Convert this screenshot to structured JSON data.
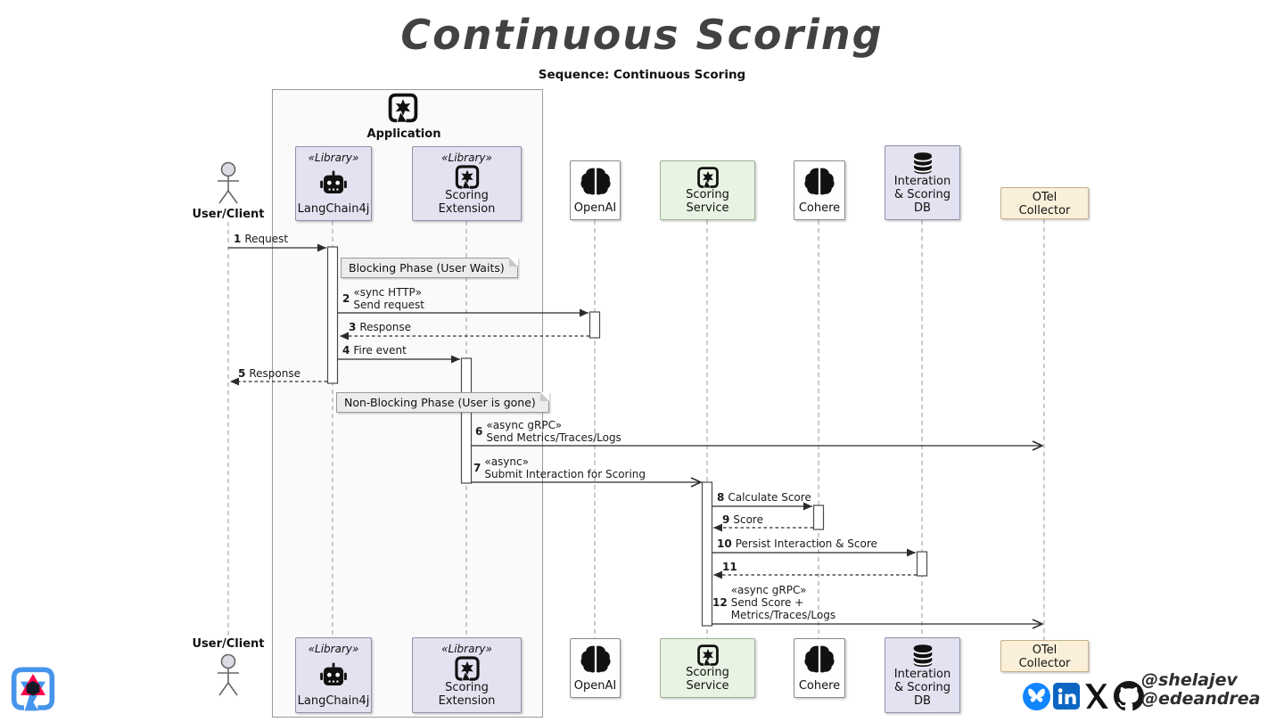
{
  "header": {
    "title": "Continuous Scoring",
    "subtitle": "Sequence: Continuous Scoring"
  },
  "frame": {
    "label": "Application"
  },
  "actors": {
    "user": "User/Client"
  },
  "participants": {
    "langchain4j": {
      "stereotype": "«Library»",
      "name": "LangChain4j"
    },
    "scoring_extension": {
      "stereotype": "«Library»",
      "name": "Scoring Extension"
    },
    "openai": {
      "name": "OpenAI"
    },
    "scoring_service": {
      "name": "Scoring Service"
    },
    "cohere": {
      "name": "Cohere"
    },
    "scoring_db": {
      "name": "Interation & Scoring DB"
    },
    "otel_collector": {
      "name": "OTel Collector"
    }
  },
  "notes": {
    "blocking": "Blocking Phase (User Waits)",
    "non_blocking": "Non-Blocking Phase (User is gone)"
  },
  "messages": {
    "m1": {
      "num": "1",
      "text": "Request"
    },
    "m2": {
      "num": "2",
      "stereotype": "«sync HTTP»",
      "text": "Send request"
    },
    "m3": {
      "num": "3",
      "text": "Response"
    },
    "m4": {
      "num": "4",
      "text": "Fire event"
    },
    "m5": {
      "num": "5",
      "text": "Response"
    },
    "m6": {
      "num": "6",
      "stereotype": "«async gRPC»",
      "text": "Send Metrics/Traces/Logs"
    },
    "m7": {
      "num": "7",
      "stereotype": "«async»",
      "text": "Submit Interaction for Scoring"
    },
    "m8": {
      "num": "8",
      "text": "Calculate Score"
    },
    "m9": {
      "num": "9",
      "text": "Score"
    },
    "m10": {
      "num": "10",
      "text": "Persist Interaction & Score"
    },
    "m11": {
      "num": "11",
      "text": ""
    },
    "m12": {
      "num": "12",
      "stereotype": "«async gRPC»",
      "text": "Send Score +",
      "text2": "Metrics/Traces/Logs"
    }
  },
  "footer": {
    "handle1": "@shelajev",
    "handle2": "@edeandrea",
    "icons": [
      "quarkus-logo",
      "bluesky",
      "linkedin",
      "x",
      "github"
    ]
  },
  "colors": {
    "participant": "#E2E2F0",
    "service_green": "#E9F3E3",
    "collector_cream": "#FAF0DA",
    "note_gray": "#ECECEC",
    "bluesky": "#1185FE",
    "linkedin": "#0A66C2",
    "quarkus_blue": "#4695EB",
    "quarkus_red": "#FF004A"
  }
}
